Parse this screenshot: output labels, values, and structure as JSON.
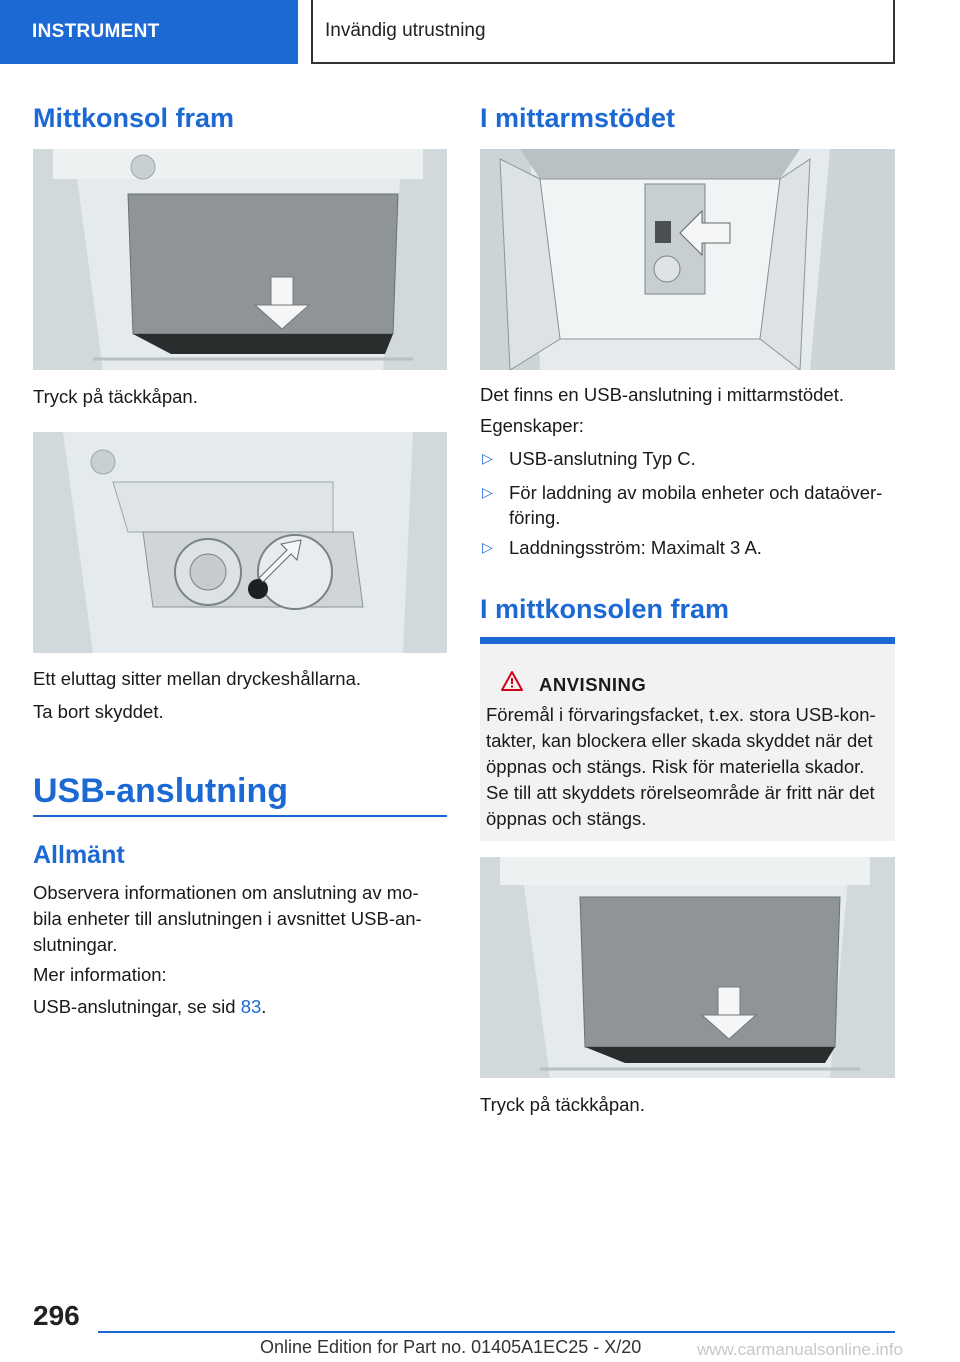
{
  "header": {
    "section": "INSTRUMENT",
    "chapter": "Invändig utrustning"
  },
  "left": {
    "heading1": "Mittkonsol fram",
    "caption1": "Tryck på täckkåpan.",
    "caption2_line1": "Ett eluttag sitter mellan dryckeshållarna.",
    "caption2_line2": "Ta bort skyddet.",
    "usb_title": "USB-anslutning",
    "allmant": "Allmänt",
    "allmant_text1": "Observera informationen om anslutning av mo-",
    "allmant_text2": "bila enheter till anslutningen i avsnittet USB-an-",
    "allmant_text3": "slutningar.",
    "mer_info": "Mer information:",
    "ref_text": "USB-anslutningar, se sid ",
    "ref_page": "83",
    "ref_end": "."
  },
  "right": {
    "heading1": "I mittarmstödet",
    "text1": "Det finns en USB-anslutning i mittarmstödet.",
    "egenskaper": "Egenskaper:",
    "bullets": [
      "USB-anslutning Typ C.",
      "För laddning av mobila enheter och dataöver-",
      "föring.",
      "Laddningsström: Maximalt 3 A."
    ],
    "bullet_marker": "▷",
    "heading2": "I mittkonsolen fram",
    "warning": {
      "title": "ANVISNING",
      "lines": [
        "Föremål i förvaringsfacket, t.ex. stora USB-kon-",
        "takter, kan blockera eller skada skyddet när det",
        "öppnas och stängs. Risk för materiella skador.",
        "Se till att skyddets rörelseområde är fritt när det",
        "öppnas och stängs."
      ]
    },
    "caption3": "Tryck på täckkåpan."
  },
  "footer": {
    "page_number": "296",
    "edition": "Online Edition for Part no. 01405A1EC25 - X/20",
    "watermark": "www.carmanualsonline.info"
  },
  "colors": {
    "accent": "#1c69d4",
    "warning_bg": "#f2f2f2"
  }
}
